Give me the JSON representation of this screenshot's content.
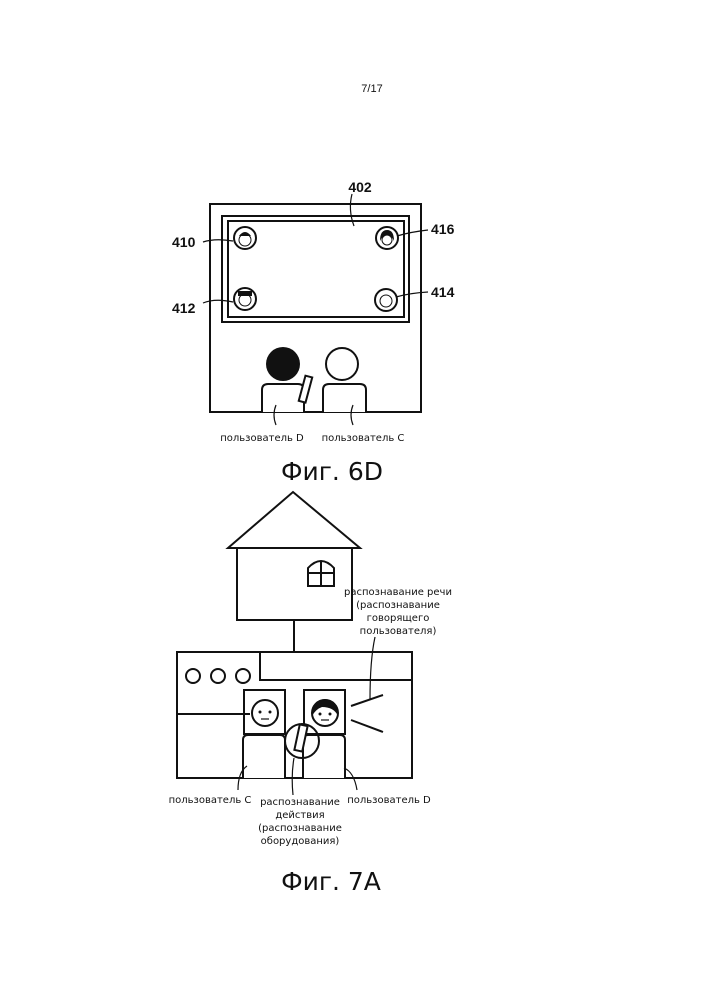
{
  "page_number": "7/17",
  "figure_6d": {
    "caption": "Фиг. 6D",
    "ref_screen": "402",
    "ref_410": "410",
    "ref_412": "412",
    "ref_414": "414",
    "ref_416": "416",
    "user_d": "пользователь D",
    "user_c": "пользователь C"
  },
  "figure_7a": {
    "caption": "Фиг. 7A",
    "speech_label": [
      "распознавание речи",
      "(распознавание",
      "говорящего",
      "пользователя)"
    ],
    "user_c": "пользователь C",
    "action_label": [
      "распознавание",
      "действия",
      "(распознавание",
      "оборудования)"
    ],
    "user_d": "пользователь D"
  }
}
